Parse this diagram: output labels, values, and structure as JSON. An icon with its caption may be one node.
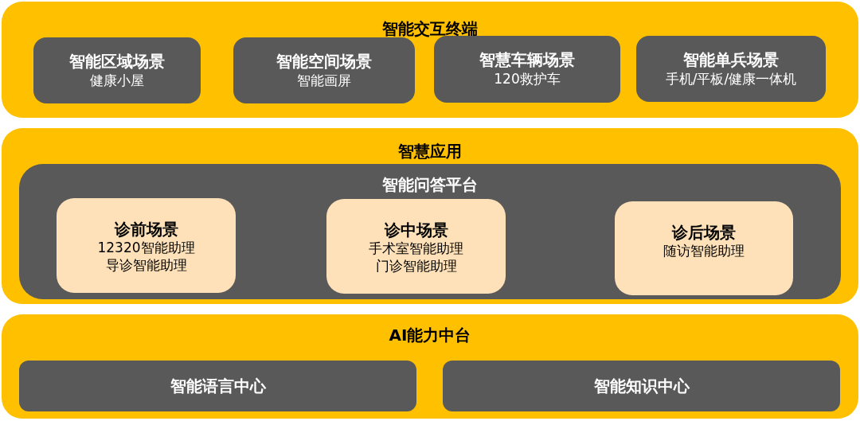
{
  "diagram": {
    "nodes": [
      {
        "text": [
          "智能交互终端"
        ]
      },
      {
        "text": [
          "智能区域场景",
          "健康小屋"
        ],
        "in": 0
      },
      {
        "text": [
          "智能空间场景",
          "智能画屏"
        ],
        "in": 0
      },
      {
        "text": [
          "智慧车辆场景",
          "120救护车"
        ],
        "in": 0
      },
      {
        "text": [
          "智能单兵场景",
          "手机/平板/健康一体机"
        ],
        "in": 0
      },
      {
        "text": [
          "智慧应用"
        ]
      },
      {
        "text": [
          "智能问答平台"
        ],
        "in": 5
      },
      {
        "text": [
          "诊前场景",
          "12320智能助理",
          "导诊智能助理"
        ],
        "in": 6
      },
      {
        "text": [
          "诊中场景",
          "手术室智能助理",
          "门诊智能助理"
        ],
        "in": 6
      },
      {
        "text": [
          "诊后场景",
          "随访智能助理"
        ],
        "in": 6
      },
      {
        "text": [
          "AI能力中台"
        ]
      },
      {
        "text": [
          "智能语言中心"
        ],
        "in": 10
      },
      {
        "text": [
          "智能知识中心"
        ],
        "in": 10
      }
    ]
  }
}
